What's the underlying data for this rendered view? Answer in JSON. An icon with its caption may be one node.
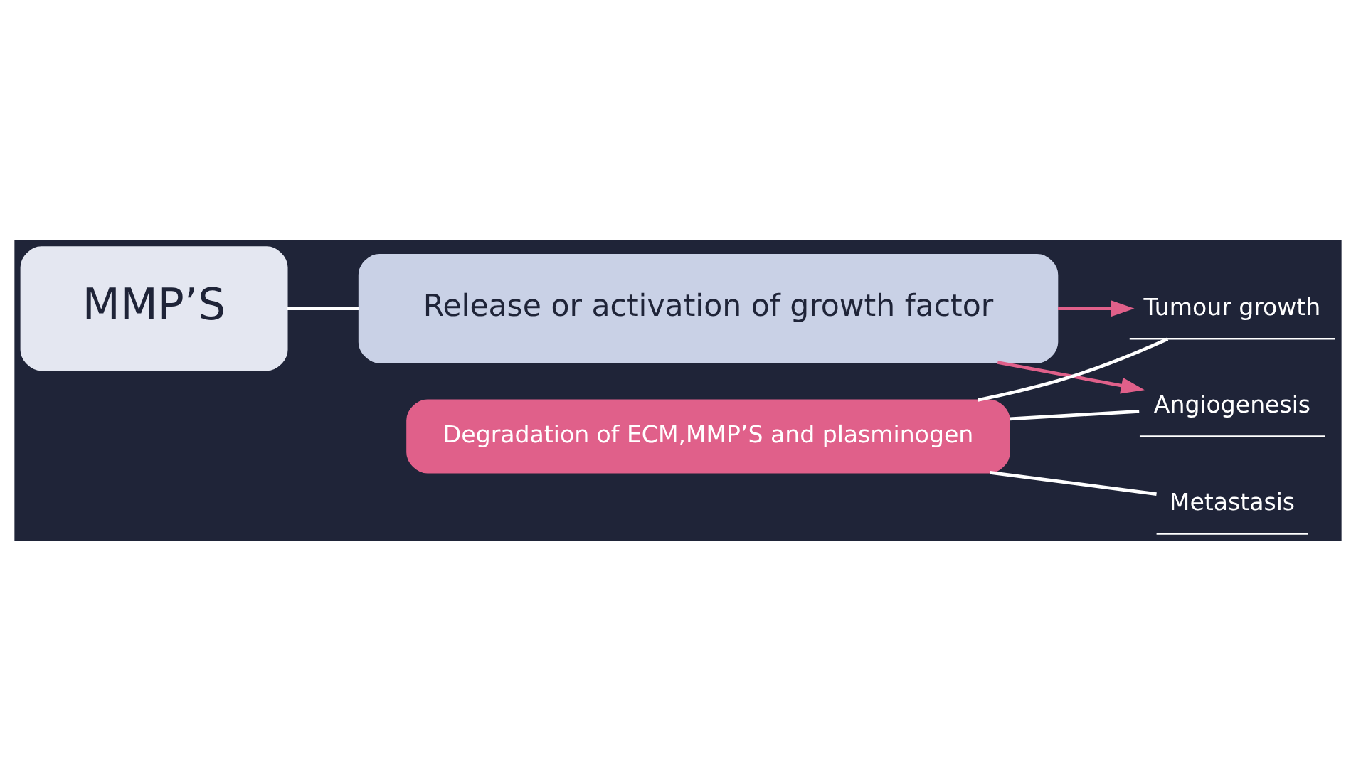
{
  "diagram": {
    "nodes": [
      {
        "text": [
          "MMP’S"
        ]
      },
      {
        "text": [
          "Release or activation of growth factor"
        ]
      },
      {
        "text": [
          "Degradation of ECM,MMP’S and plasminogen"
        ]
      },
      {
        "text": [
          "Metastasis"
        ]
      },
      {
        "text": [
          "Angiogenesis"
        ]
      },
      {
        "text": [
          "Tumour growth"
        ]
      }
    ],
    "edges": [
      {
        "from": 0,
        "to": 1,
        "arrow": "none"
      },
      {
        "from": 2,
        "to": 3,
        "arrow": "none"
      },
      {
        "from": 2,
        "to": 4,
        "arrow": "none"
      },
      {
        "from": 2,
        "to": 5,
        "arrow": "none"
      },
      {
        "from": 1,
        "to": 4,
        "arrow": "to",
        "color": "#e0608a"
      },
      {
        "from": 1,
        "to": 5,
        "arrow": "to",
        "color": "#e0608a"
      }
    ]
  }
}
